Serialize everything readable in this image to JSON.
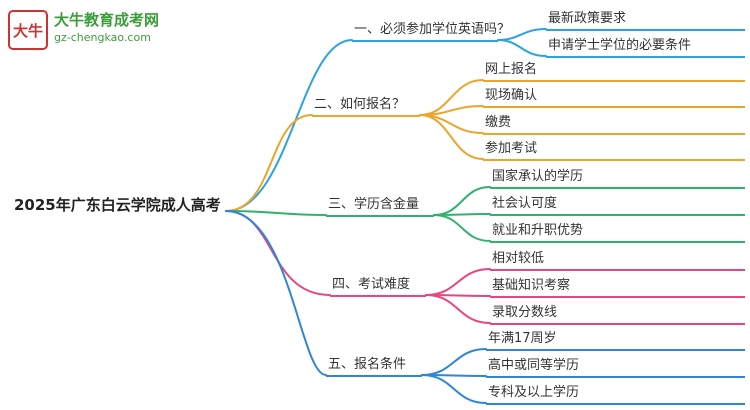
{
  "logo": {
    "badge_text": "大牛",
    "site_name": "大牛教育成考网",
    "site_url": "gz-chengkao.com"
  },
  "root": {
    "label": "2025年广东白云学院成人高考"
  },
  "colors": {
    "branch1": "#2aa3e0",
    "branch2": "#eca52b",
    "branch3": "#2fb26e",
    "branch4": "#e9467f",
    "branch5": "#2f86d6",
    "logo_green": "#3a9d3a",
    "logo_red": "#cc3333"
  },
  "branches": [
    {
      "label": "一、必须参加学位英语吗？",
      "color": "#2aa3e0",
      "children": [
        "最新政策要求",
        "申请学士学位的必要条件"
      ]
    },
    {
      "label": "二、如何报名？",
      "color": "#eca52b",
      "children": [
        "网上报名",
        "现场确认",
        "缴费",
        "参加考试"
      ]
    },
    {
      "label": "三、学历含金量",
      "color": "#2fb26e",
      "children": [
        "国家承认的学历",
        "社会认可度",
        "就业和升职优势"
      ]
    },
    {
      "label": "四、考试难度",
      "color": "#e9467f",
      "children": [
        "相对较低",
        "基础知识考察",
        "录取分数线"
      ]
    },
    {
      "label": "五、报名条件",
      "color": "#2f86d6",
      "children": [
        "年满17周岁",
        "高中或同等学历",
        "专科及以上学历"
      ]
    }
  ]
}
